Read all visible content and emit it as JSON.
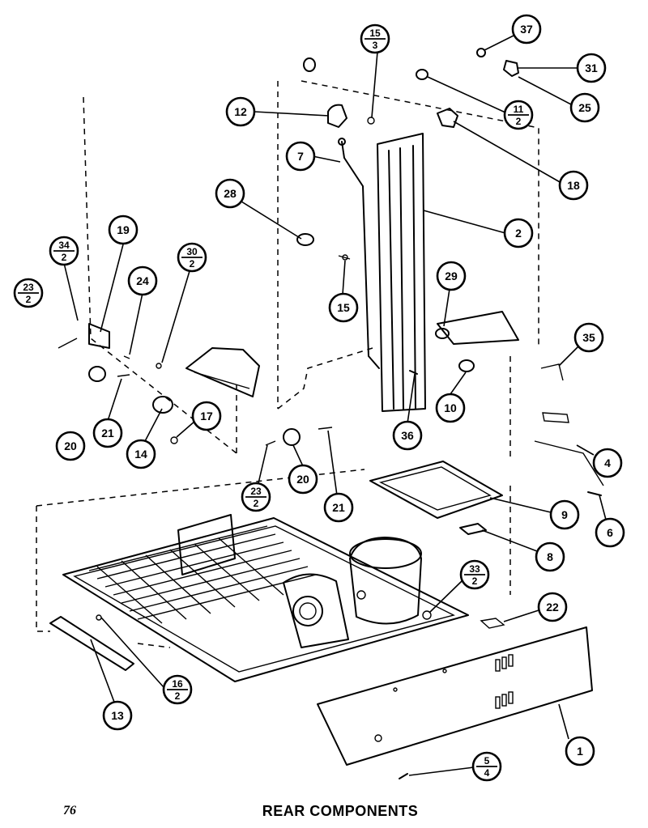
{
  "title": "REAR COMPONENTS",
  "page_number": "76",
  "callouts": [
    {
      "id": "c37",
      "label": "37"
    },
    {
      "id": "c15-3",
      "top": "15",
      "bottom": "3"
    },
    {
      "id": "c31",
      "label": "31"
    },
    {
      "id": "c25",
      "label": "25"
    },
    {
      "id": "c12",
      "label": "12"
    },
    {
      "id": "c11-2",
      "top": "11",
      "bottom": "2"
    },
    {
      "id": "c7",
      "label": "7"
    },
    {
      "id": "c18",
      "label": "18"
    },
    {
      "id": "c28",
      "label": "28"
    },
    {
      "id": "c2",
      "label": "2"
    },
    {
      "id": "c19",
      "label": "19"
    },
    {
      "id": "c34-2",
      "top": "34",
      "bottom": "2"
    },
    {
      "id": "c30-2",
      "top": "30",
      "bottom": "2"
    },
    {
      "id": "c23-2a",
      "top": "23",
      "bottom": "2"
    },
    {
      "id": "c24",
      "label": "24"
    },
    {
      "id": "c29",
      "label": "29"
    },
    {
      "id": "c15",
      "label": "15"
    },
    {
      "id": "c35",
      "label": "35"
    },
    {
      "id": "c10",
      "label": "10"
    },
    {
      "id": "c17",
      "label": "17"
    },
    {
      "id": "c36",
      "label": "36"
    },
    {
      "id": "c20a",
      "label": "20"
    },
    {
      "id": "c21a",
      "label": "21"
    },
    {
      "id": "c14",
      "label": "14"
    },
    {
      "id": "c4",
      "label": "4"
    },
    {
      "id": "c23-2b",
      "top": "23",
      "bottom": "2"
    },
    {
      "id": "c20b",
      "label": "20"
    },
    {
      "id": "c21b",
      "label": "21"
    },
    {
      "id": "c9",
      "label": "9"
    },
    {
      "id": "c6",
      "label": "6"
    },
    {
      "id": "c8",
      "label": "8"
    },
    {
      "id": "c33-2",
      "top": "33",
      "bottom": "2"
    },
    {
      "id": "c22",
      "label": "22"
    },
    {
      "id": "c16-2",
      "top": "16",
      "bottom": "2"
    },
    {
      "id": "c13",
      "label": "13"
    },
    {
      "id": "c1",
      "label": "1"
    },
    {
      "id": "c5-4",
      "top": "5",
      "bottom": "4"
    }
  ]
}
